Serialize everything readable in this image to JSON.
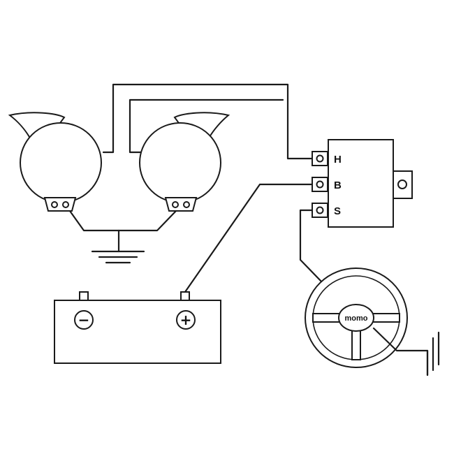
{
  "relay": {
    "terminals": [
      {
        "id": "H",
        "label": "H"
      },
      {
        "id": "B",
        "label": "B"
      },
      {
        "id": "S",
        "label": "S"
      }
    ]
  },
  "battery": {
    "negative_label": "−",
    "positive_label": "+"
  },
  "steering_wheel": {
    "hub_label": "momo"
  }
}
